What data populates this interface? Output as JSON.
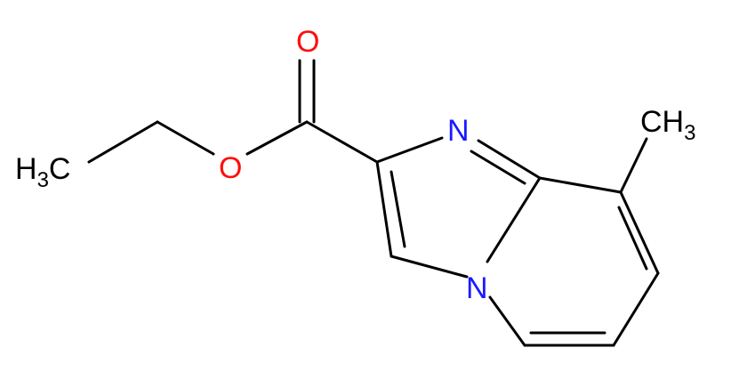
{
  "colors": {
    "bond": "#000000",
    "oxygen": "#ff0d0d",
    "nitrogen": "#1a1aff",
    "carbon_label": "#000000",
    "background": "#ffffff"
  },
  "labels": {
    "methyl_left_main": "H",
    "methyl_left_sub": "3",
    "methyl_left_tail": "C",
    "ester_O": "O",
    "carbonyl_O": "O",
    "imidazole_N": "N",
    "bridge_N": "N",
    "methyl_right_main": "CH",
    "methyl_right_sub": "3"
  }
}
